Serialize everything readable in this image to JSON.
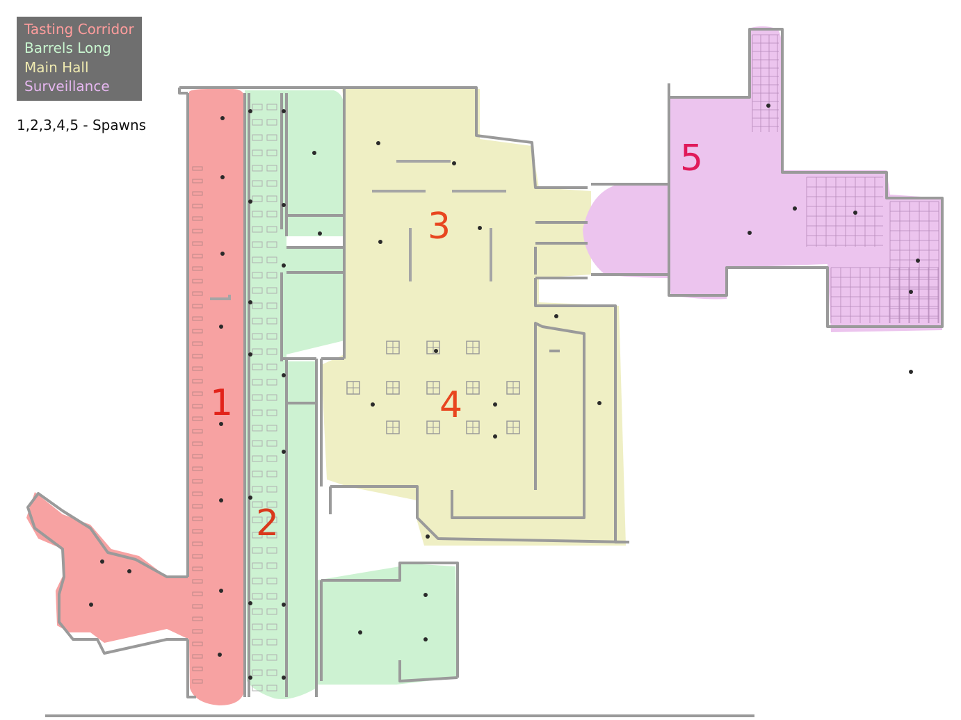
{
  "legend": {
    "items": [
      {
        "label": "Tasting Corridor",
        "color": "#ff9d9d"
      },
      {
        "label": "Barrels Long",
        "color": "#c8f5cf"
      },
      {
        "label": "Main Hall",
        "color": "#efeab0"
      },
      {
        "label": "Surveillance",
        "color": "#e6b7f0"
      }
    ]
  },
  "spawns": {
    "note": "1,2,3,4,5 - Spawns",
    "labels": [
      "1",
      "2",
      "3",
      "4",
      "5"
    ],
    "colors": {
      "1": "#e2231a",
      "2": "#d9391c",
      "3": "#e8461f",
      "4": "#e8461f",
      "5": "#e0195a"
    }
  },
  "zones": {
    "tasting_corridor": {
      "fill": "#f7a2a2",
      "name": "Tasting Corridor"
    },
    "barrels_long": {
      "fill": "#cdf2d2",
      "name": "Barrels Long"
    },
    "main_hall": {
      "fill": "#eeeec1",
      "name": "Main Hall"
    },
    "surveillance": {
      "fill": "#ecc4ee",
      "name": "Surveillance"
    }
  },
  "walls": {
    "color": "#9a9a9a"
  }
}
